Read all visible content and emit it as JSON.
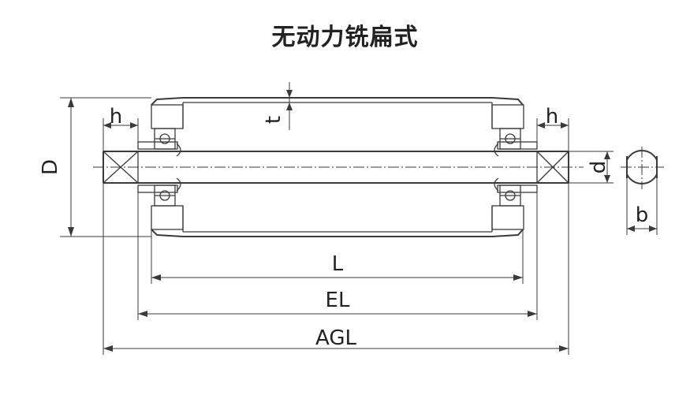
{
  "title": "无动力铣扁式",
  "labels": {
    "D": "D",
    "h_left": "h",
    "h_right": "h",
    "t": "t",
    "d": "d",
    "b": "b",
    "L": "L",
    "EL": "EL",
    "AGL": "AGL"
  },
  "colors": {
    "line": "#3a3a3a",
    "text": "#222222"
  }
}
